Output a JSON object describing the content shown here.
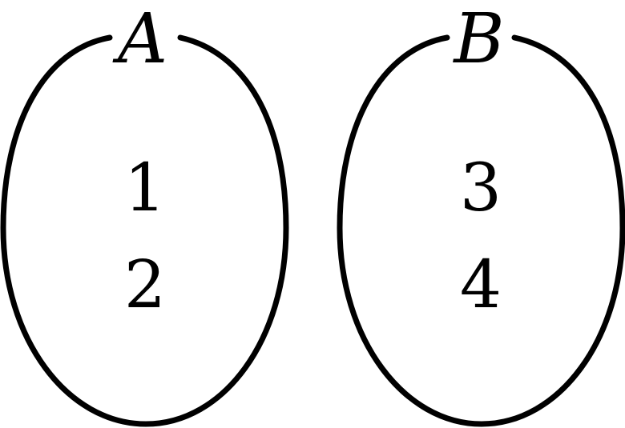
{
  "colors": {
    "stroke": "#000000",
    "text": "#000000",
    "background": "#ffffff"
  },
  "sets": [
    {
      "label": "A",
      "elements": [
        "1",
        "2"
      ]
    },
    {
      "label": "B",
      "elements": [
        "3",
        "4"
      ]
    }
  ]
}
